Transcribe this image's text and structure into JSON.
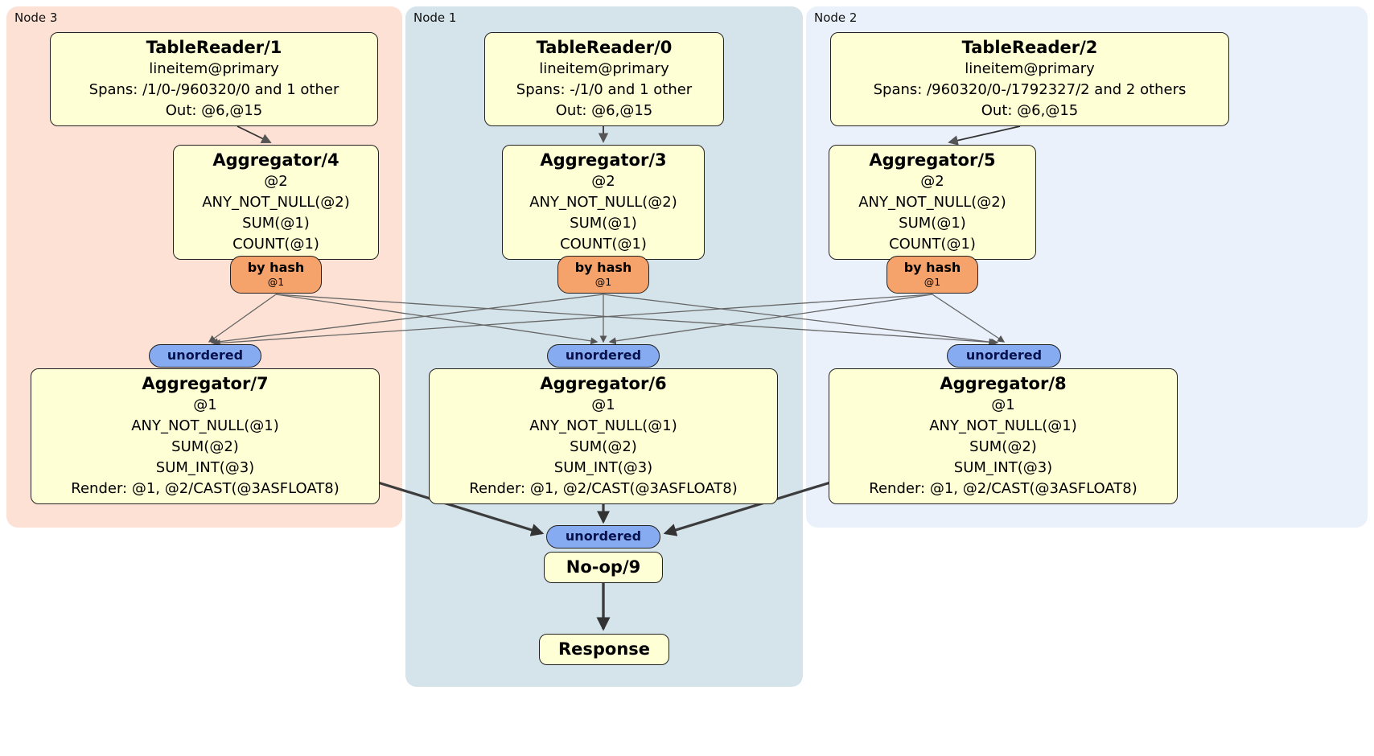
{
  "regions": [
    {
      "label": "Node 3"
    },
    {
      "label": "Node 1"
    },
    {
      "label": "Node 2"
    }
  ],
  "processors": {
    "tablereader1": {
      "title": "TableReader/1",
      "lines": [
        "lineitem@primary",
        "Spans: /1/0-/960320/0 and 1 other",
        "Out: @6,@15"
      ]
    },
    "tablereader0": {
      "title": "TableReader/0",
      "lines": [
        "lineitem@primary",
        "Spans: -/1/0 and 1 other",
        "Out: @6,@15"
      ]
    },
    "tablereader2": {
      "title": "TableReader/2",
      "lines": [
        "lineitem@primary",
        "Spans: /960320/0-/1792327/2 and 2 others",
        "Out: @6,@15"
      ]
    },
    "aggregator4": {
      "title": "Aggregator/4",
      "lines": [
        "@2",
        "ANY_NOT_NULL(@2)",
        "SUM(@1)",
        "COUNT(@1)"
      ]
    },
    "aggregator3": {
      "title": "Aggregator/3",
      "lines": [
        "@2",
        "ANY_NOT_NULL(@2)",
        "SUM(@1)",
        "COUNT(@1)"
      ]
    },
    "aggregator5": {
      "title": "Aggregator/5",
      "lines": [
        "@2",
        "ANY_NOT_NULL(@2)",
        "SUM(@1)",
        "COUNT(@1)"
      ]
    },
    "aggregator7": {
      "title": "Aggregator/7",
      "lines": [
        "@1",
        "ANY_NOT_NULL(@1)",
        "SUM(@2)",
        "SUM_INT(@3)",
        "Render: @1, @2/CAST(@3ASFLOAT8)"
      ]
    },
    "aggregator6": {
      "title": "Aggregator/6",
      "lines": [
        "@1",
        "ANY_NOT_NULL(@1)",
        "SUM(@2)",
        "SUM_INT(@3)",
        "Render: @1, @2/CAST(@3ASFLOAT8)"
      ]
    },
    "aggregator8": {
      "title": "Aggregator/8",
      "lines": [
        "@1",
        "ANY_NOT_NULL(@1)",
        "SUM(@2)",
        "SUM_INT(@3)",
        "Render: @1, @2/CAST(@3ASFLOAT8)"
      ]
    },
    "noop9": {
      "title": "No-op/9"
    },
    "response": {
      "title": "Response"
    }
  },
  "routers": [
    {
      "label": "by hash",
      "detail": "@1"
    },
    {
      "label": "by hash",
      "detail": "@1"
    },
    {
      "label": "by hash",
      "detail": "@1"
    }
  ],
  "streams": {
    "unordered_label": "unordered"
  },
  "colors": {
    "node3_bg": "#fce1d4",
    "node1_bg": "#d5e3ea",
    "node2_bg": "#eaf1fb",
    "processor_fill": "#ffffd6",
    "router_fill": "#f5a26b",
    "sync_fill": "#87abf0"
  }
}
